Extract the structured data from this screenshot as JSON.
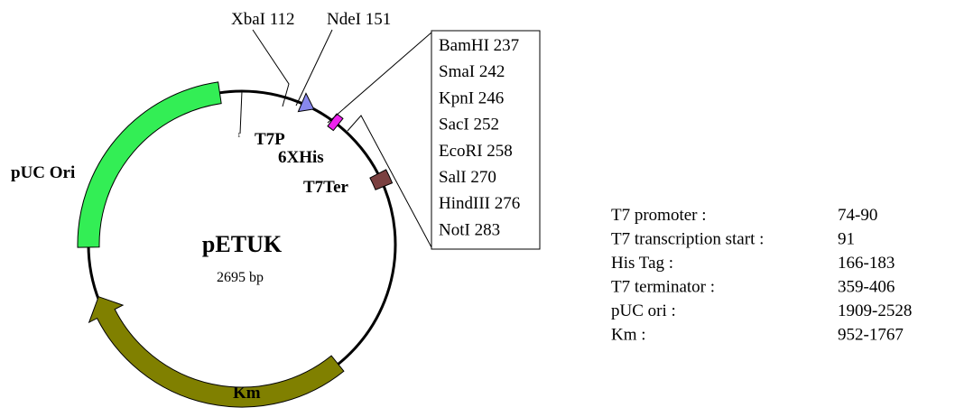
{
  "plasmid": {
    "name": "pETUK",
    "size_label": "2695 bp",
    "total_bp": 2695,
    "zero_mark": "1"
  },
  "features": [
    {
      "id": "pucori",
      "label": "pUC Ori",
      "start": 1909,
      "end": 2528,
      "color": "#33ee55",
      "shape": "band"
    },
    {
      "id": "km",
      "label": "Km",
      "start": 952,
      "end": 1767,
      "color": "#808000",
      "shape": "arrow"
    },
    {
      "id": "t7p",
      "label": "T7P",
      "start": 74,
      "end": 90,
      "color": "#8888ee",
      "shape": "arrowhead"
    },
    {
      "id": "his",
      "label": "6XHis",
      "start": 166,
      "end": 183,
      "color": "#ee22ee",
      "shape": "box"
    },
    {
      "id": "t7ter",
      "label": "T7Ter",
      "start": 359,
      "end": 406,
      "color": "#7a4040",
      "shape": "box"
    }
  ],
  "sites": [
    {
      "label": "XbaI 112"
    },
    {
      "label": "NdeI 151"
    }
  ],
  "mcs_sites": [
    "BamHI 237",
    "SmaI 242",
    "KpnI 246",
    "SacI 252",
    "EcoRI 258",
    "SalI 270",
    "HindIII 276",
    "NotI 283"
  ],
  "legend": [
    {
      "name": "T7 promoter :",
      "value": "74-90"
    },
    {
      "name": "T7 transcription start :",
      "value": "91"
    },
    {
      "name": "His Tag :",
      "value": "166-183"
    },
    {
      "name": "T7 terminator :",
      "value": "359-406"
    },
    {
      "name": "pUC ori :",
      "value": "1909-2528"
    },
    {
      "name": "Km :",
      "value": "952-1767"
    }
  ]
}
